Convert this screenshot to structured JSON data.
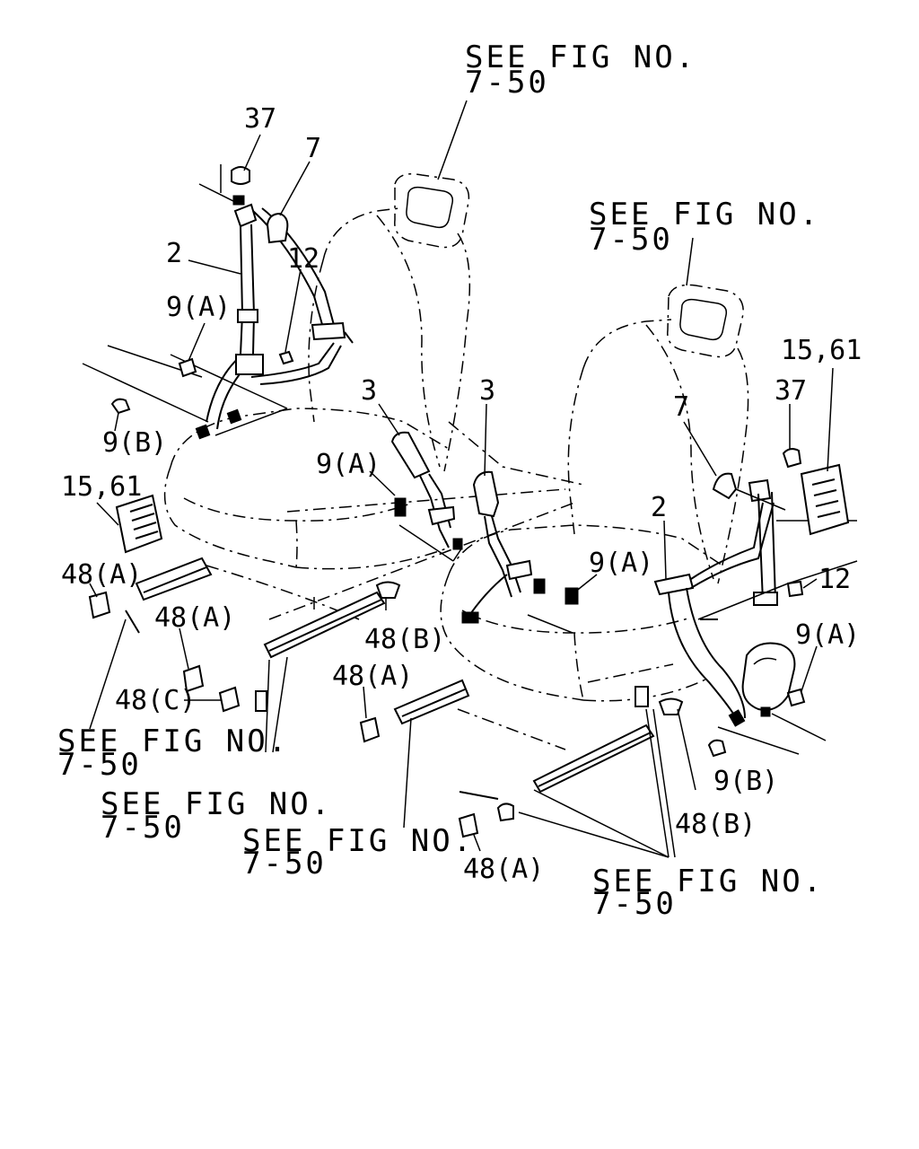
{
  "refs": {
    "see_fig_no": "SEE FIG NO.",
    "fig_number": "7-50"
  },
  "labels": {
    "l37": "37",
    "l7": "7",
    "l2": "2",
    "l12": "12",
    "l9a": "9(A)",
    "l9b": "9(B)",
    "l3": "3",
    "l15_61": "15,61",
    "l48a": "48(A)",
    "l48b": "48(B)",
    "l48c": "48(C)"
  }
}
